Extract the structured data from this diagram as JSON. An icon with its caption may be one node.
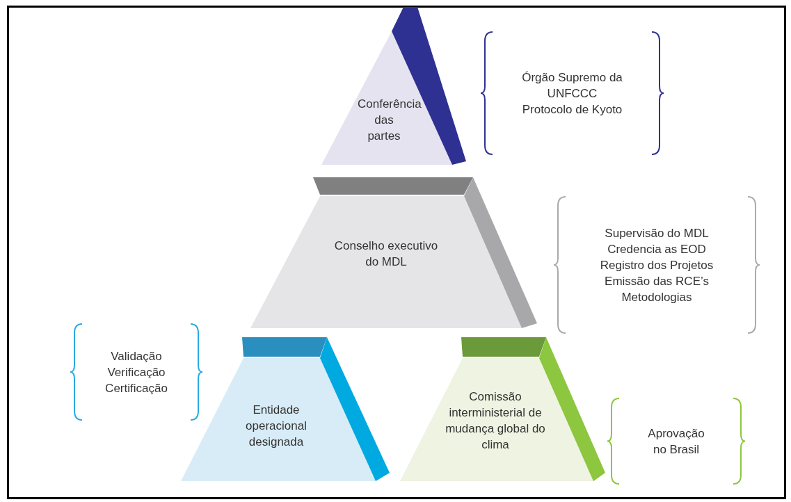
{
  "diagram": {
    "nodes": [
      {
        "text": [
          "Conferência das partes"
        ],
        "beside": [
          "Órgão Supremo da UNFCCC",
          "Protocolo de Kyoto"
        ]
      },
      {
        "text": [
          "Conselho executivo do MDL"
        ],
        "beside": [
          "Supervisão do MDL",
          "Credencia as EOD",
          "Registro dos Projetos",
          "Emissão das RCE’s",
          "Metodologias"
        ]
      },
      {
        "text": [
          "Entidade operacional designada"
        ],
        "beside": [
          "Validação",
          "Verificação",
          "Certificação"
        ]
      },
      {
        "text": [
          "Comissão interministerial de mudança global do clima"
        ],
        "beside": [
          "Aprovação no Brasil"
        ]
      }
    ]
  }
}
